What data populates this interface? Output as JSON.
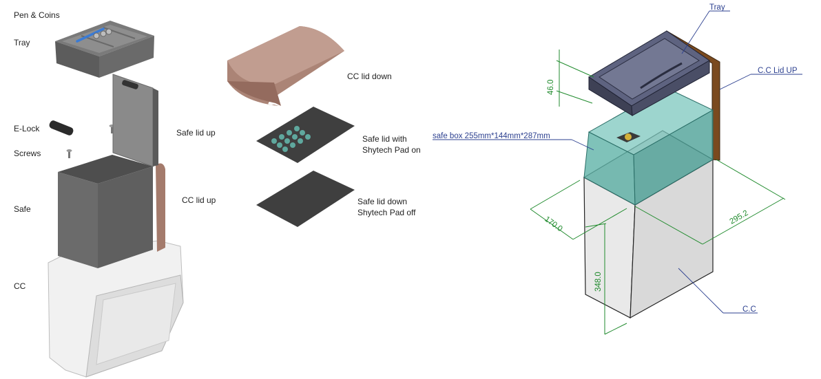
{
  "exploded_view": {
    "labels": {
      "pen_coins": "Pen & Coins",
      "tray": "Tray",
      "elock": "E-Lock",
      "screws": "Screws",
      "safe": "Safe",
      "cc": "CC",
      "safe_lid_up": "Safe lid up",
      "cc_lid_up": "CC lid up"
    }
  },
  "lid_variants": {
    "cc_lid_down": "CC lid down",
    "safe_lid_with_pad_line1": "Safe lid with",
    "safe_lid_with_pad_line2": "Shytech Pad on",
    "safe_lid_down_line1": "Safe lid down",
    "safe_lid_down_line2": "Shytech Pad off"
  },
  "cad_drawing": {
    "callouts": {
      "tray": "Tray",
      "cc_lid_up": "C.C Lid UP",
      "safe_box": "safe box 255mm*144mm*287mm",
      "cc": "C.C"
    },
    "dimensions": {
      "tray_height": "46.0",
      "width": "170.0",
      "depth": "295.2",
      "height": "348.0"
    }
  },
  "colors": {
    "housing_grey": "#6f6f6f",
    "lid_brown": "#a98274",
    "glass_teal": "#5fb3a8",
    "cc_white": "#eeeeee",
    "dimension_green": "#1f8a2c",
    "callout_blue": "#2b3f8f"
  }
}
